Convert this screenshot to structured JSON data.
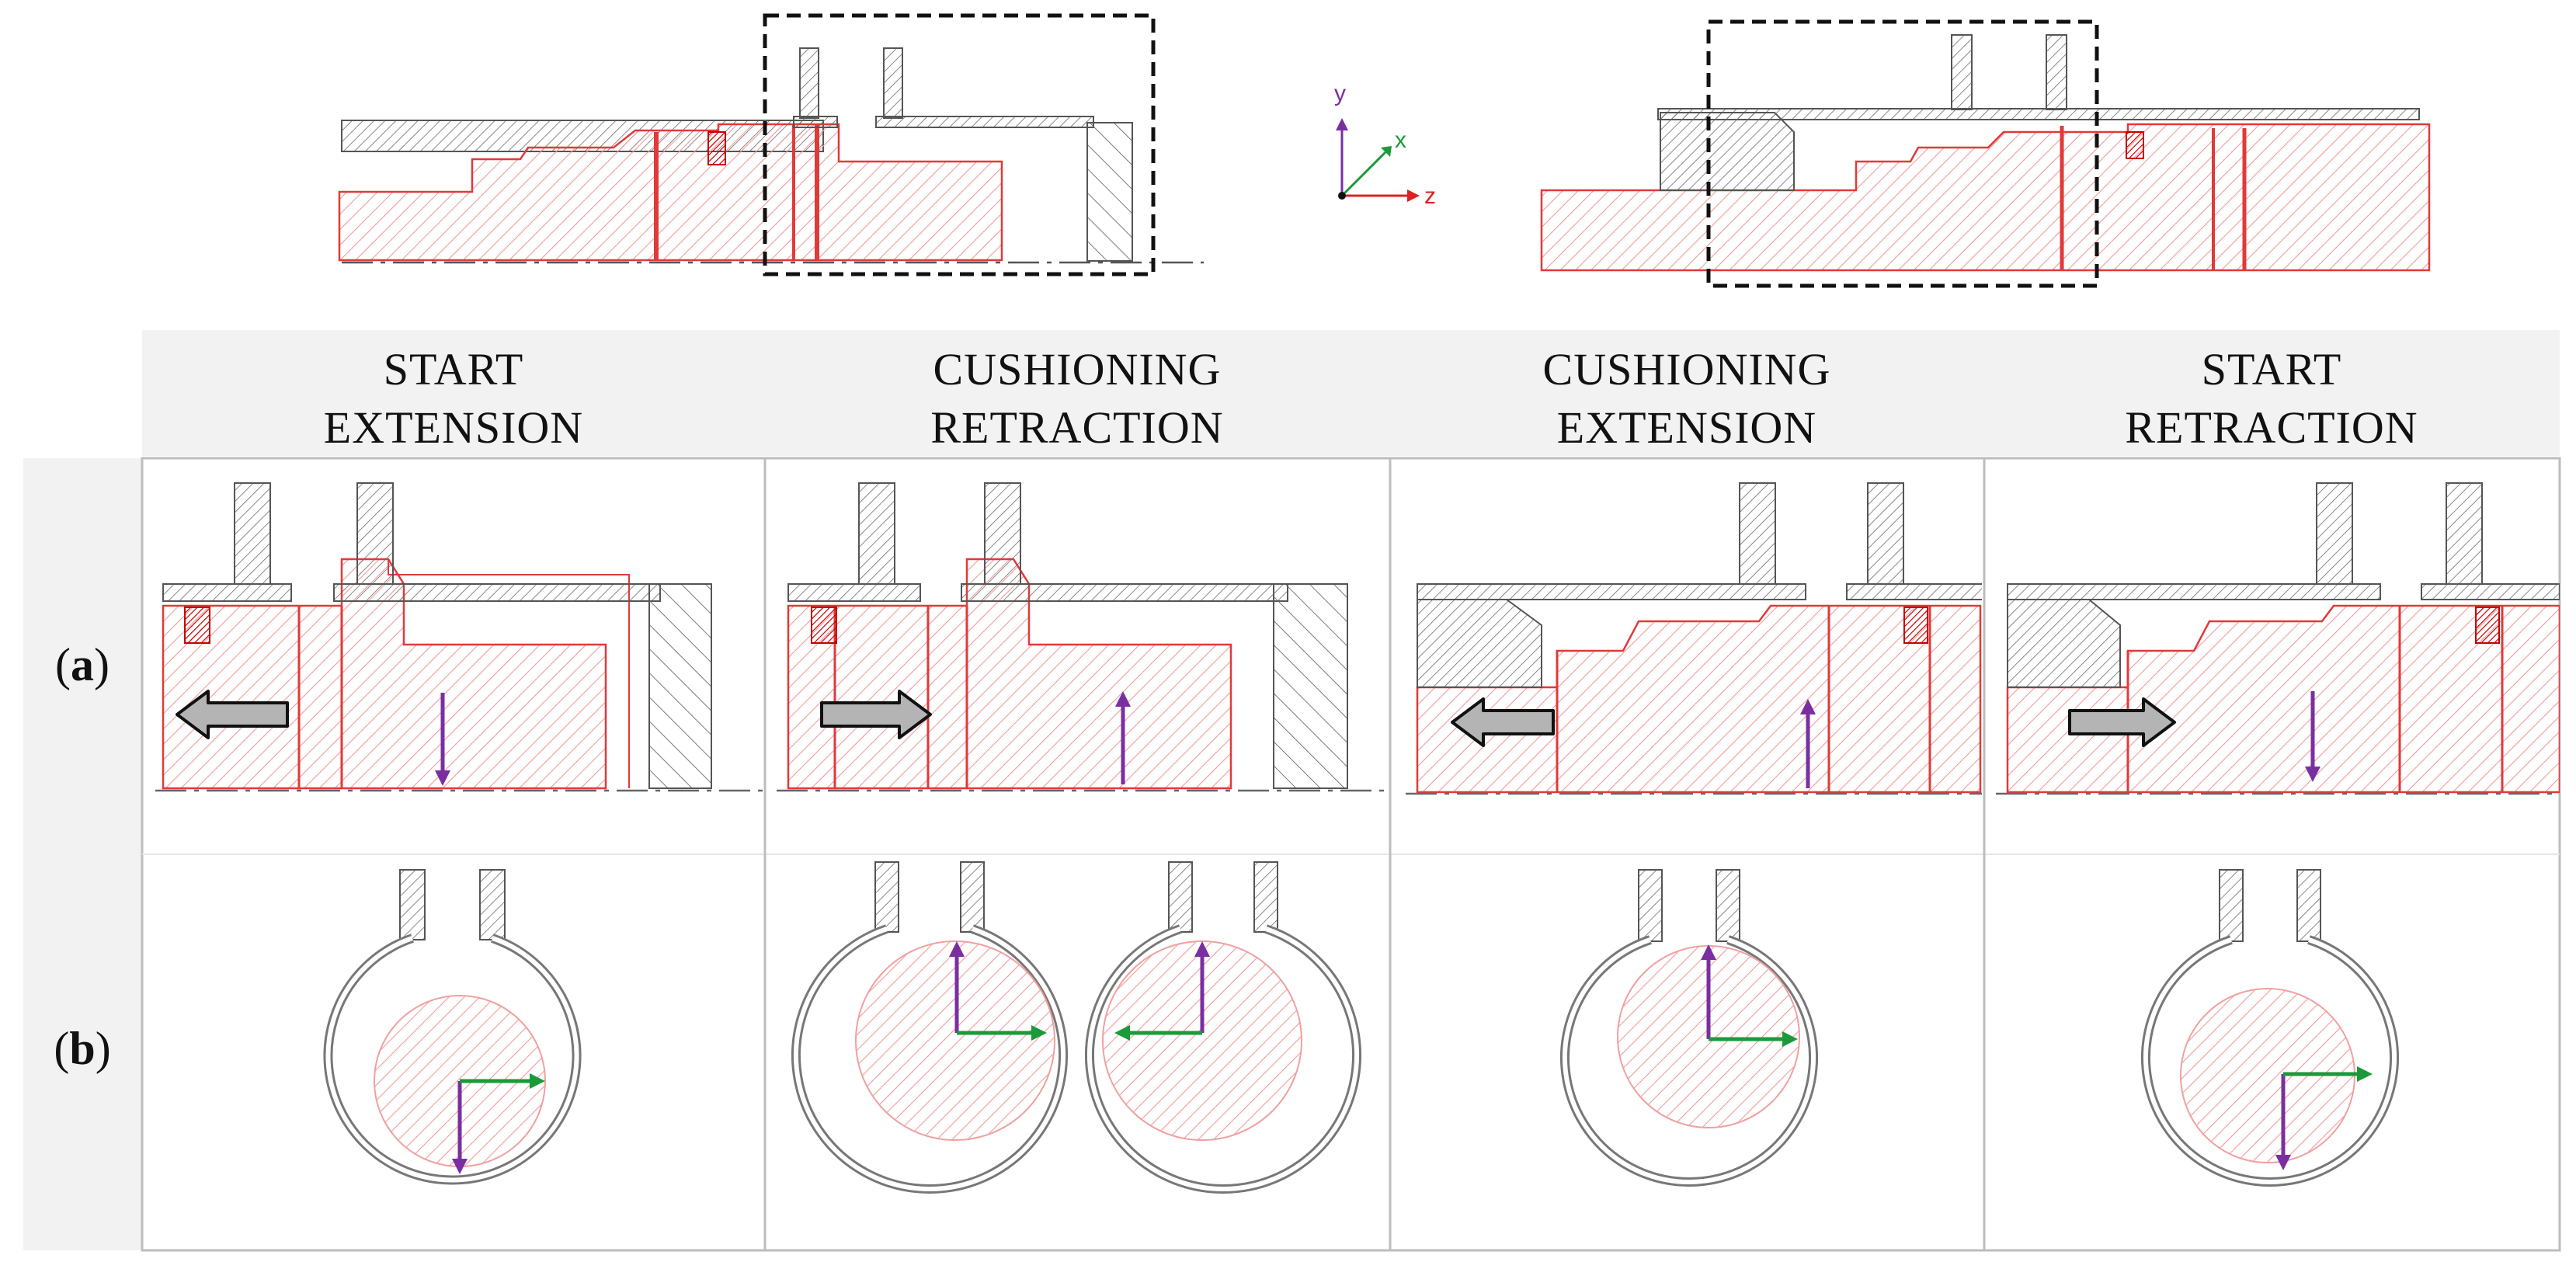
{
  "columns": [
    {
      "line1": "START",
      "line2": "EXTENSION"
    },
    {
      "line1": "CUSHIONING",
      "line2": "RETRACTION"
    },
    {
      "line1": "CUSHIONING",
      "line2": "EXTENSION"
    },
    {
      "line1": "START",
      "line2": "RETRACTION"
    }
  ],
  "rows": [
    {
      "open": "(",
      "letter": "a",
      "close": ")"
    },
    {
      "open": "(",
      "letter": "b",
      "close": ")"
    }
  ],
  "axes": {
    "y": "y",
    "x": "x",
    "z": "z"
  },
  "colors": {
    "part_hatch": "#f08a8a",
    "part_outline": "#e03a3a",
    "metal_hatch": "#6a6a6a",
    "seal": "#e01818",
    "radial_arrow": "#7a2fa0",
    "lateral_arrow": "#1a9a3a",
    "motion_arrow_fill": "#b4b4b4",
    "header_bg": "#f2f2f2",
    "grid": "#bdbdbd"
  },
  "icons": [
    "motion-arrow-left-icon",
    "motion-arrow-right-icon",
    "coordinate-axes-icon"
  ]
}
